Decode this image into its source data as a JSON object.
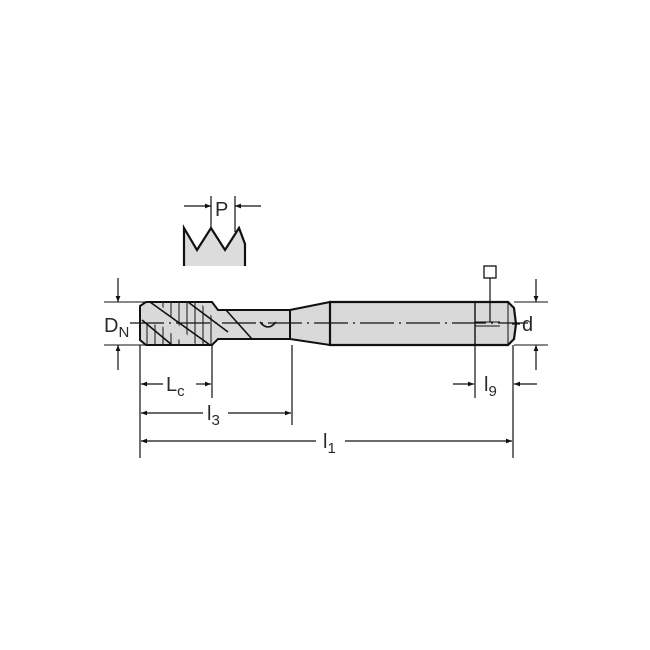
{
  "diagram": {
    "type": "technical-drawing",
    "subject": "spiral-flute machine tap",
    "colors": {
      "background": "#ffffff",
      "body_fill": "#d9d9d9",
      "outline": "#111111",
      "label_text": "#2a2a2a"
    },
    "thread_profile": {
      "label": "P"
    },
    "dimensions": {
      "nominal_diameter": {
        "main": "D",
        "sub": "N"
      },
      "shank_diameter": {
        "main": "d",
        "sub": ""
      },
      "chamfer_length": {
        "main": "L",
        "sub": "c"
      },
      "thread_length": {
        "main": "l",
        "sub": "3"
      },
      "total_length": {
        "main": "l",
        "sub": "1"
      },
      "square_length": {
        "main": "l",
        "sub": "9"
      }
    },
    "square_symbol": "□"
  }
}
